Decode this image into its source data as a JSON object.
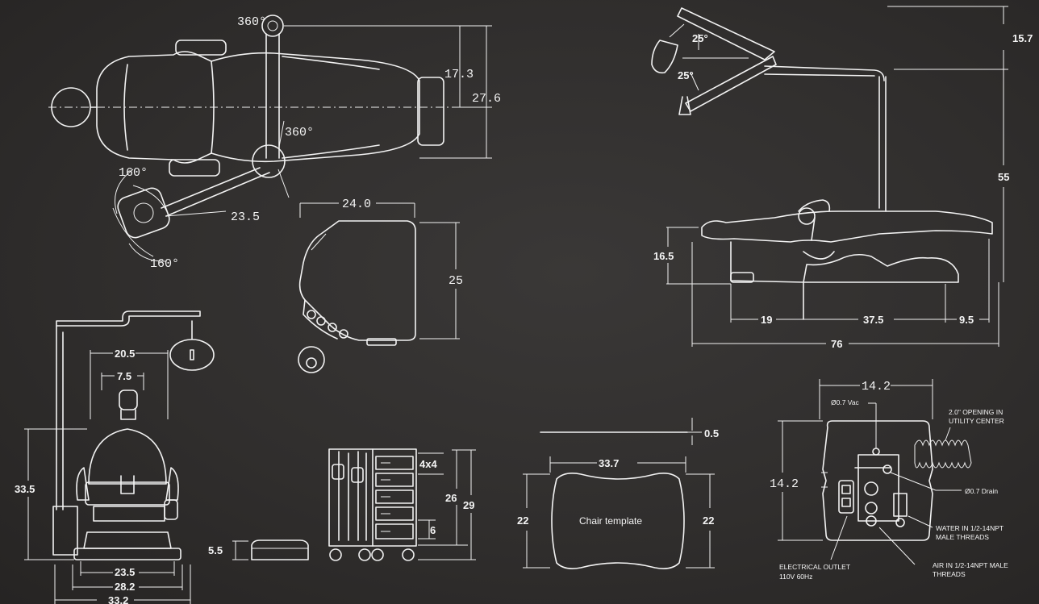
{
  "dims": {
    "rot_top": "360°",
    "dim_17_3": "17.3",
    "dim_27_6": "27.6",
    "rot_mid": "360°",
    "angle_left": "160°",
    "angle_bottom": "160°",
    "dim_23_5_arm": "23.5",
    "dim_24_0": "24.0",
    "dim_25": "25",
    "ang_25_a": "25°",
    "ang_25_b": "25°",
    "dim_15_7": "15.7",
    "dim_55": "55",
    "dim_16_5": "16.5",
    "dim_19": "19",
    "dim_37_5": "37.5",
    "dim_9_5": "9.5",
    "dim_76": "76",
    "dim_20_5": "20.5",
    "dim_7_5": "7.5",
    "dim_33_5": "33.5",
    "dim_23_5_base": "23.5",
    "dim_28_2": "28.2",
    "dim_33_2": "33.2",
    "dim_5_5": "5.5",
    "dim_4x4": "4x4",
    "dim_26": "26",
    "dim_29": "29",
    "dim_6": "6",
    "dim_0_5": "0.5",
    "dim_33_7": "33.7",
    "dim_22_left": "22",
    "dim_22_right": "22",
    "dim_14_2_top": "14.2",
    "dim_14_2_left": "14.2"
  },
  "labels": {
    "chair_template": "Chair template",
    "vac": "Ø0.7 Vac",
    "opening_1": "2.0\" OPENING IN",
    "opening_2": "UTILITY CENTER",
    "drain": "Ø0.7  Drain",
    "water_1": "WATER IN 1/2-14NPT",
    "water_2": "MALE THREADS",
    "air_1": "AIR IN 1/2-14NPT MALE",
    "air_2": "THREADS",
    "elec_1": "ELECTRICAL OUTLET",
    "elec_2": "110V 60Hz"
  },
  "colors": {
    "background": "#302e2d",
    "linework": "#f2f2f2"
  }
}
